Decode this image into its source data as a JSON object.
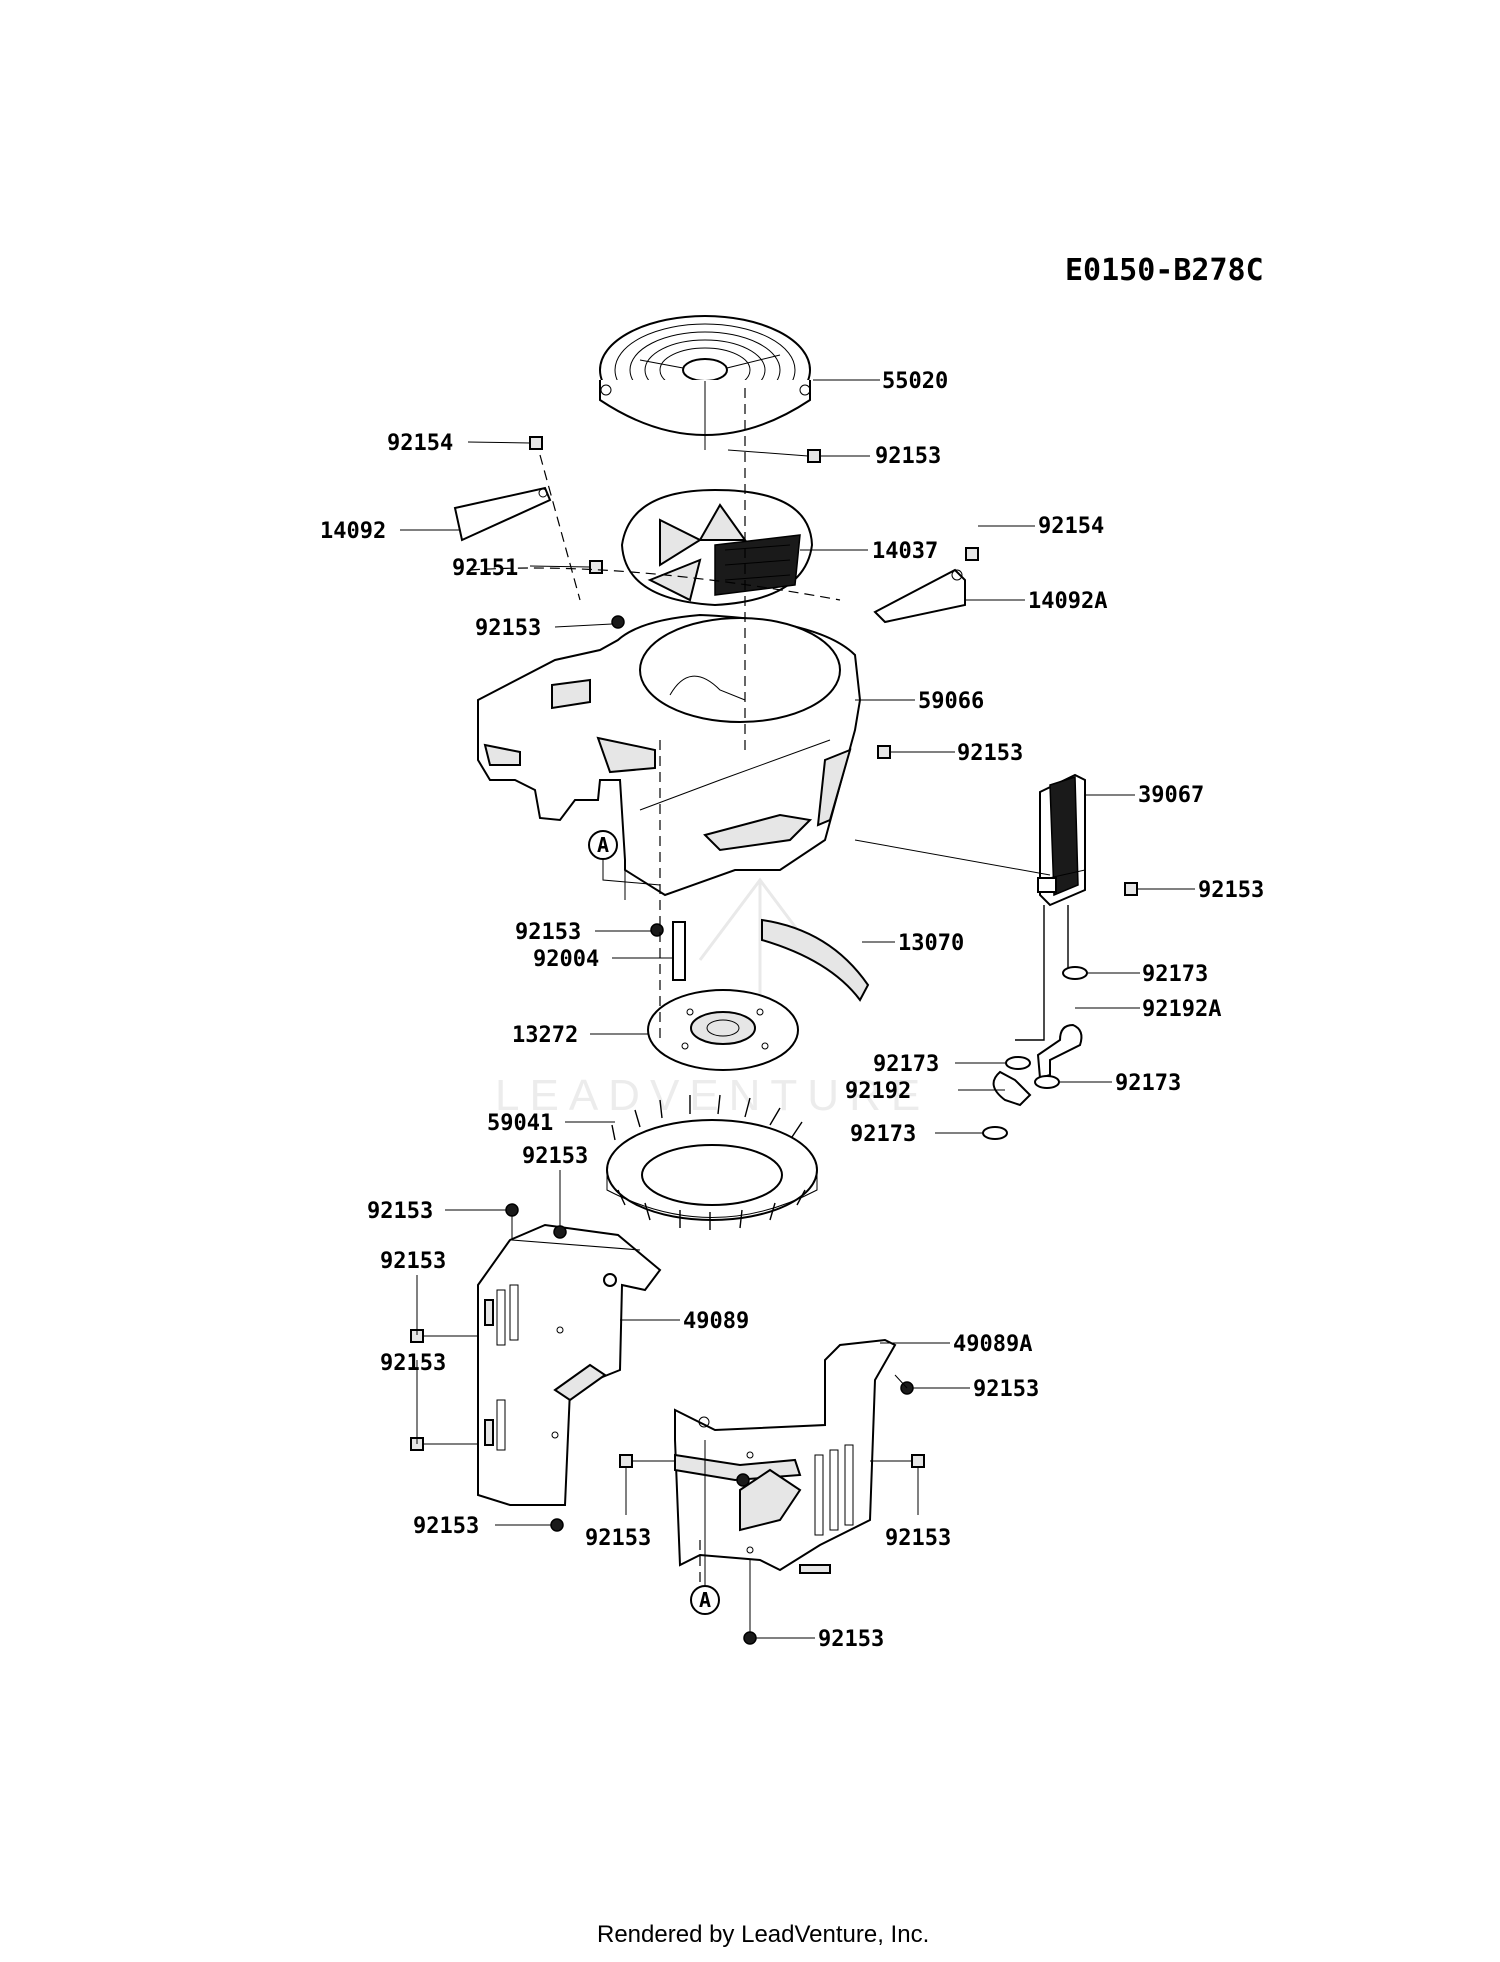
{
  "diagram_code": "E0150-B278C",
  "footer": "Rendered by LeadVenture, Inc.",
  "watermark": "LEADVENTURE",
  "ref_marker": "A",
  "callouts": [
    {
      "id": "c01",
      "label": "55020"
    },
    {
      "id": "c02",
      "label": "92154"
    },
    {
      "id": "c03",
      "label": "92153"
    },
    {
      "id": "c04",
      "label": "14092"
    },
    {
      "id": "c05",
      "label": "14037"
    },
    {
      "id": "c06",
      "label": "92154"
    },
    {
      "id": "c07",
      "label": "92151"
    },
    {
      "id": "c08",
      "label": "14092A"
    },
    {
      "id": "c09",
      "label": "92153"
    },
    {
      "id": "c10",
      "label": "59066"
    },
    {
      "id": "c11",
      "label": "92153"
    },
    {
      "id": "c12",
      "label": "39067"
    },
    {
      "id": "c13",
      "label": "92153"
    },
    {
      "id": "c14",
      "label": "92153"
    },
    {
      "id": "c15",
      "label": "13070"
    },
    {
      "id": "c16",
      "label": "92004"
    },
    {
      "id": "c17",
      "label": "92173"
    },
    {
      "id": "c18",
      "label": "92192A"
    },
    {
      "id": "c19",
      "label": "13272"
    },
    {
      "id": "c20",
      "label": "92173"
    },
    {
      "id": "c21",
      "label": "92192"
    },
    {
      "id": "c22",
      "label": "92173"
    },
    {
      "id": "c23",
      "label": "59041"
    },
    {
      "id": "c24",
      "label": "92173"
    },
    {
      "id": "c25",
      "label": "92153"
    },
    {
      "id": "c26",
      "label": "92153"
    },
    {
      "id": "c27",
      "label": "92153"
    },
    {
      "id": "c28",
      "label": "49089"
    },
    {
      "id": "c29",
      "label": "49089A"
    },
    {
      "id": "c30",
      "label": "92153"
    },
    {
      "id": "c31",
      "label": "92153"
    },
    {
      "id": "c32",
      "label": "92153"
    },
    {
      "id": "c33",
      "label": "92153"
    },
    {
      "id": "c34",
      "label": "92153"
    },
    {
      "id": "c35",
      "label": "92153"
    }
  ]
}
